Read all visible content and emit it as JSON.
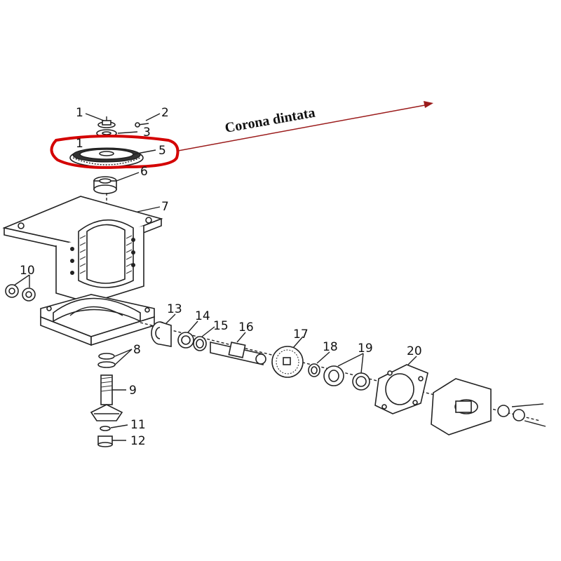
{
  "callout": {
    "label": "Corona dintata",
    "highlight_color": "#d40000",
    "arrow_color": "#9b1b1b"
  },
  "parts": [
    {
      "id": "p1",
      "label": "1"
    },
    {
      "id": "p1b",
      "label": "1"
    },
    {
      "id": "p2",
      "label": "2"
    },
    {
      "id": "p3",
      "label": "3"
    },
    {
      "id": "p5",
      "label": "5"
    },
    {
      "id": "p6",
      "label": "6"
    },
    {
      "id": "p7",
      "label": "7"
    },
    {
      "id": "p8",
      "label": "8"
    },
    {
      "id": "p9",
      "label": "9"
    },
    {
      "id": "p10",
      "label": "10"
    },
    {
      "id": "p11",
      "label": "11"
    },
    {
      "id": "p12",
      "label": "12"
    },
    {
      "id": "p13",
      "label": "13"
    },
    {
      "id": "p14",
      "label": "14"
    },
    {
      "id": "p15",
      "label": "15"
    },
    {
      "id": "p16",
      "label": "16"
    },
    {
      "id": "p17",
      "label": "17"
    },
    {
      "id": "p18",
      "label": "18"
    },
    {
      "id": "p19",
      "label": "19"
    },
    {
      "id": "p20",
      "label": "20"
    }
  ]
}
